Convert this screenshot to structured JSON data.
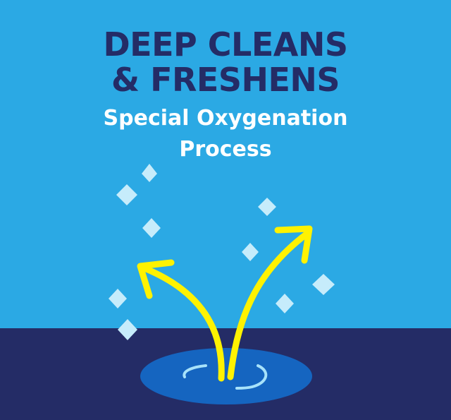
{
  "headline": {
    "line1": "DEEP CLEANS",
    "line2": "& FRESHENS"
  },
  "subheadline": {
    "line1": "Special Oxygenation",
    "line2": "Process"
  },
  "colors": {
    "sky": "#2ba9e4",
    "floor": "#242c66",
    "headline": "#242c66",
    "subheadline": "#ffffff",
    "arrow": "#fff200",
    "sparkle": "#c6ecfb",
    "puddle": "#1565c0",
    "ripple": "#a7e2fa"
  },
  "icons": [
    "sparkle-icon",
    "up-arrow-icon",
    "ripple-icon"
  ]
}
